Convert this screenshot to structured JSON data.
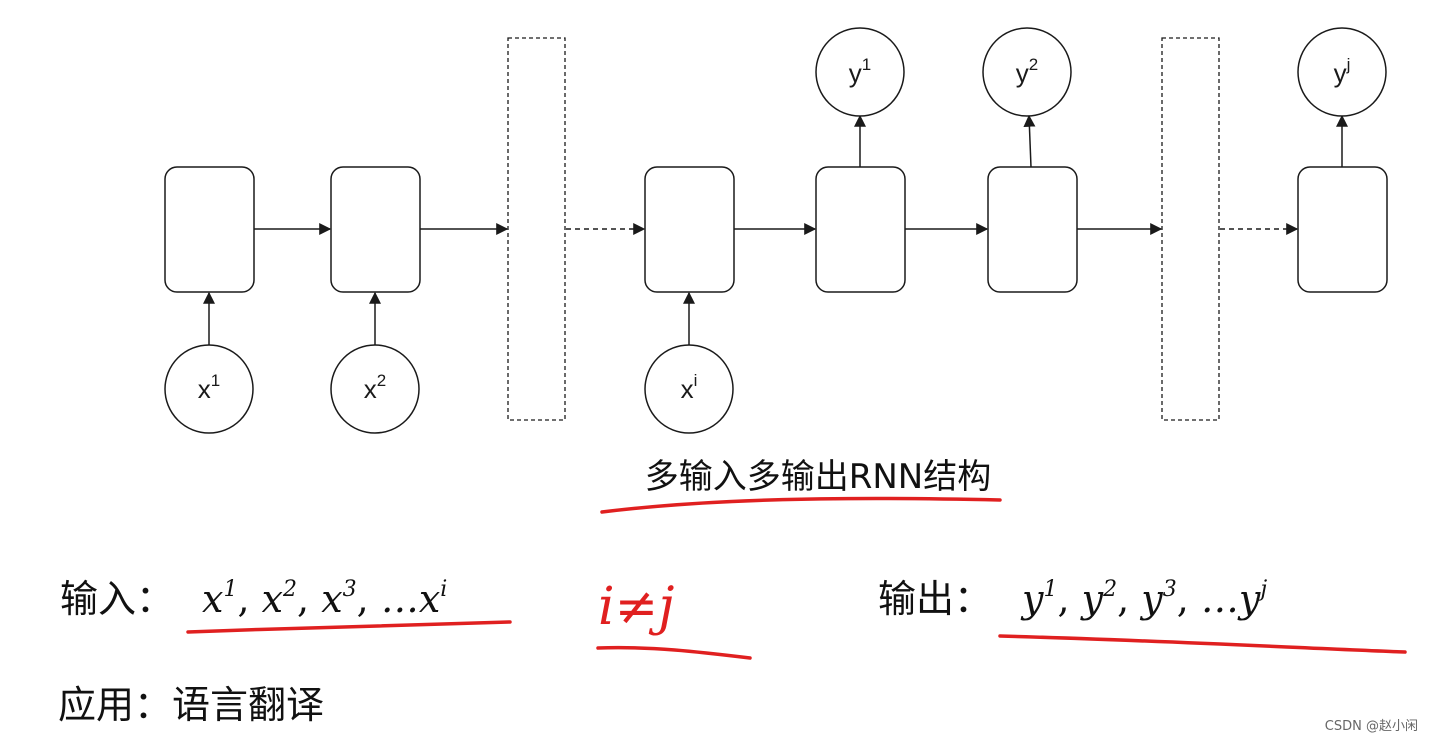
{
  "diagram": {
    "inputs": [
      {
        "base": "x",
        "sup": "1"
      },
      {
        "base": "x",
        "sup": "2"
      },
      {
        "base": "x",
        "sup": "i"
      }
    ],
    "outputs": [
      {
        "base": "y",
        "sup": "1"
      },
      {
        "base": "y",
        "sup": "2"
      },
      {
        "base": "y",
        "sup": "j"
      }
    ],
    "caption": "多输入多输出RNN结构"
  },
  "notes": {
    "input_label": "输入：",
    "input_seq": [
      {
        "base": "x",
        "sup": "1"
      },
      {
        "base": "x",
        "sup": "2"
      },
      {
        "base": "x",
        "sup": "3"
      },
      {
        "base": "…x",
        "sup": "i"
      }
    ],
    "output_label": "输出：",
    "output_seq": [
      {
        "base": "y",
        "sup": "1"
      },
      {
        "base": "y",
        "sup": "2"
      },
      {
        "base": "y",
        "sup": "3"
      },
      {
        "base": "…y",
        "sup": "j"
      }
    ],
    "handwritten": "i≠j",
    "application": "应用：语言翻译"
  },
  "watermark": "CSDN @赵小闲",
  "colors": {
    "line": "#1a1a1a",
    "annotation_red": "#e02020"
  }
}
